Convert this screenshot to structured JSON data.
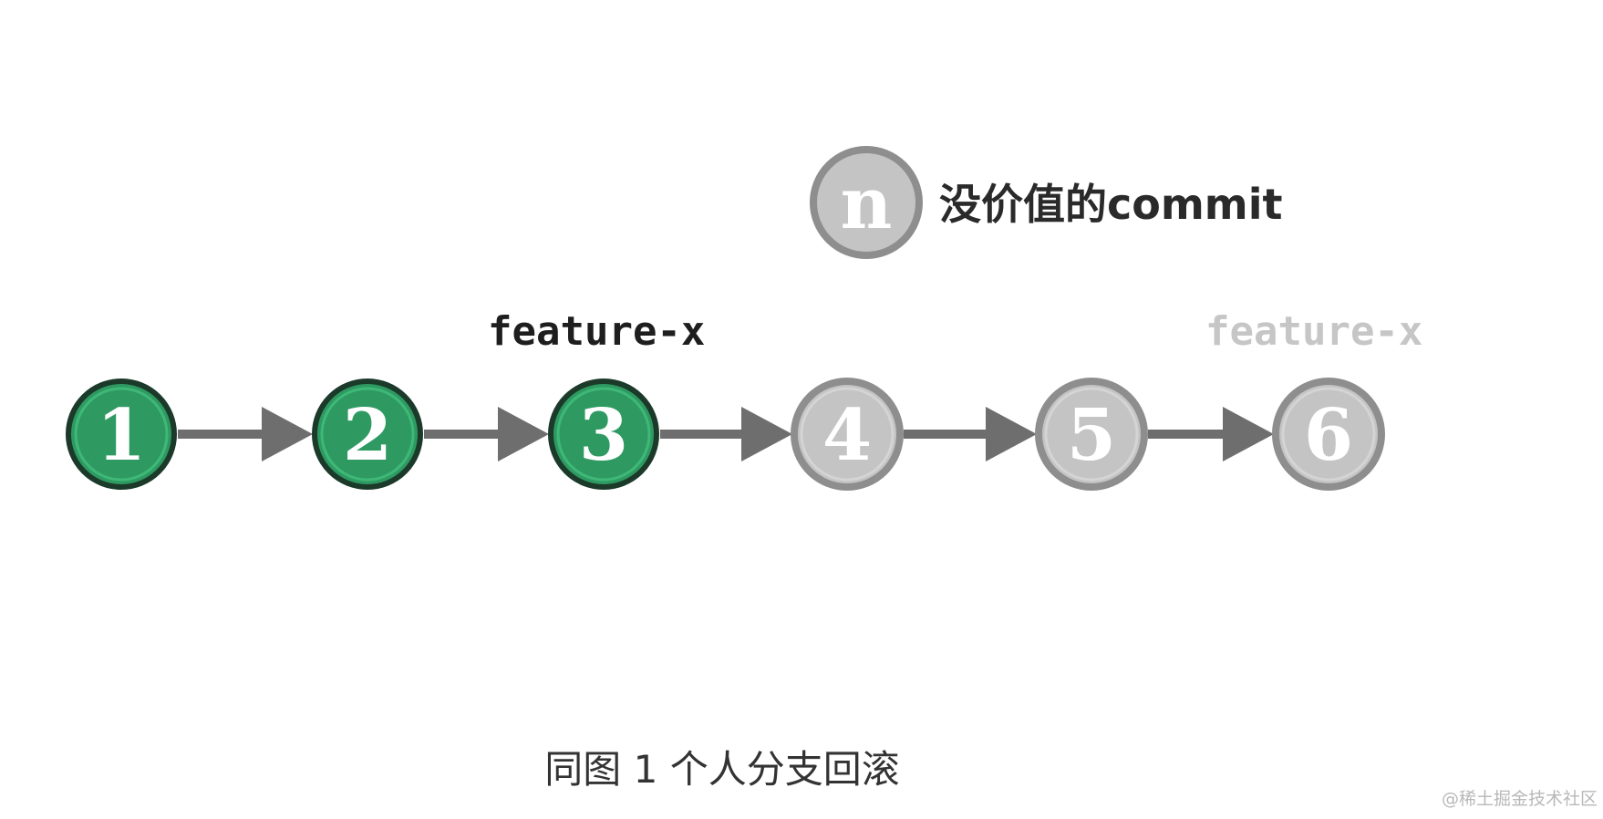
{
  "legend": {
    "symbol": "n",
    "text": "没价值的commit"
  },
  "branch_labels": {
    "current": "feature-x",
    "previous": "feature-x"
  },
  "commits": [
    {
      "label": "1",
      "state": "kept"
    },
    {
      "label": "2",
      "state": "kept"
    },
    {
      "label": "3",
      "state": "kept"
    },
    {
      "label": "4",
      "state": "discarded"
    },
    {
      "label": "5",
      "state": "discarded"
    },
    {
      "label": "6",
      "state": "discarded"
    }
  ],
  "caption": "同图 1 个人分支回滚",
  "watermark": "@稀土掘金技术社区",
  "colors": {
    "kept_fill": "#2e9a62",
    "kept_stroke": "#1b3a2a",
    "discarded_fill": "#c4c4c4",
    "discarded_stroke": "#8e8e8e",
    "arrow": "#6e6e6e",
    "label_current": "#1e1e1e",
    "label_previous": "#c6c6c6"
  }
}
